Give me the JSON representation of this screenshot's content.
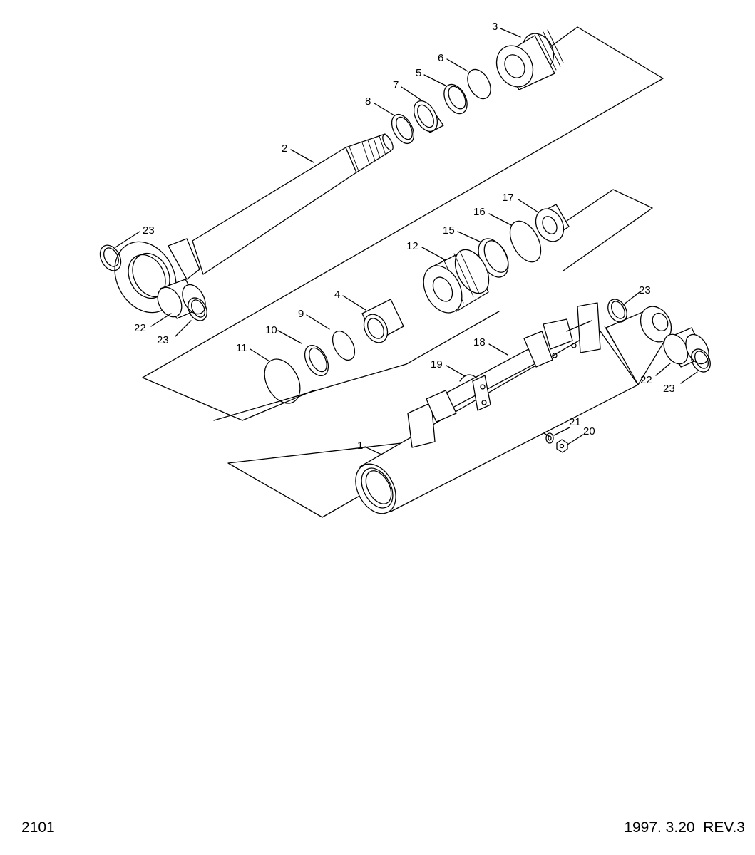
{
  "footer": {
    "page_code": "2101",
    "revision_date": "1997. 3.20  REV.3"
  },
  "callouts": [
    {
      "id": "c1",
      "label": "1"
    },
    {
      "id": "c2",
      "label": "2"
    },
    {
      "id": "c3",
      "label": "3"
    },
    {
      "id": "c4",
      "label": "4"
    },
    {
      "id": "c5",
      "label": "5"
    },
    {
      "id": "c6",
      "label": "6"
    },
    {
      "id": "c7",
      "label": "7"
    },
    {
      "id": "c8",
      "label": "8"
    },
    {
      "id": "c9",
      "label": "9"
    },
    {
      "id": "c10",
      "label": "10"
    },
    {
      "id": "c11",
      "label": "11"
    },
    {
      "id": "c12",
      "label": "12"
    },
    {
      "id": "c15",
      "label": "15"
    },
    {
      "id": "c16",
      "label": "16"
    },
    {
      "id": "c17",
      "label": "17"
    },
    {
      "id": "c18",
      "label": "18"
    },
    {
      "id": "c19",
      "label": "19"
    },
    {
      "id": "c20",
      "label": "20"
    },
    {
      "id": "c21",
      "label": "21"
    },
    {
      "id": "c22a",
      "label": "22"
    },
    {
      "id": "c22b",
      "label": "22"
    },
    {
      "id": "c23a",
      "label": "23"
    },
    {
      "id": "c23b",
      "label": "23"
    },
    {
      "id": "c23c",
      "label": "23"
    },
    {
      "id": "c23d",
      "label": "23"
    }
  ]
}
